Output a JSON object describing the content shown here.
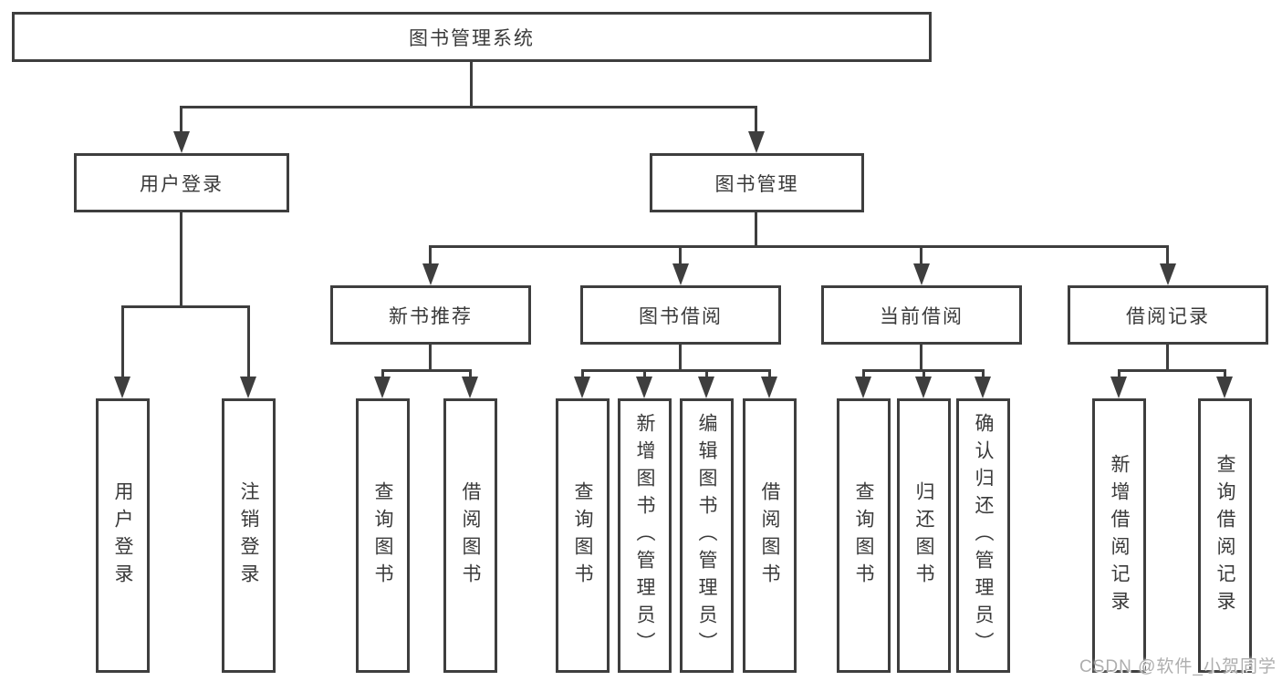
{
  "diagram": {
    "title": "图书管理系统",
    "tree": {
      "label": "图书管理系统",
      "children": [
        {
          "label": "用户登录",
          "children": [
            {
              "label": "用户登录"
            },
            {
              "label": "注销登录"
            }
          ]
        },
        {
          "label": "图书管理",
          "children": [
            {
              "label": "新书推荐",
              "children": [
                {
                  "label": "查询图书"
                },
                {
                  "label": "借阅图书"
                }
              ]
            },
            {
              "label": "图书借阅",
              "children": [
                {
                  "label": "查询图书"
                },
                {
                  "label": "新增图书（管理员）"
                },
                {
                  "label": "编辑图书（管理员）"
                },
                {
                  "label": "借阅图书"
                }
              ]
            },
            {
              "label": "当前借阅",
              "children": [
                {
                  "label": "查询图书"
                },
                {
                  "label": "归还图书"
                },
                {
                  "label": "确认归还（管理员）"
                }
              ]
            },
            {
              "label": "借阅记录",
              "children": [
                {
                  "label": "新增借阅记录"
                },
                {
                  "label": "查询借阅记录"
                }
              ]
            }
          ]
        }
      ]
    },
    "colors": {
      "line": "#3e3e3e",
      "text": "#3a3a3a",
      "background": "#ffffff",
      "watermark_color": "#aeaeae"
    }
  },
  "watermark": "CSDN @软件_小贺同学"
}
